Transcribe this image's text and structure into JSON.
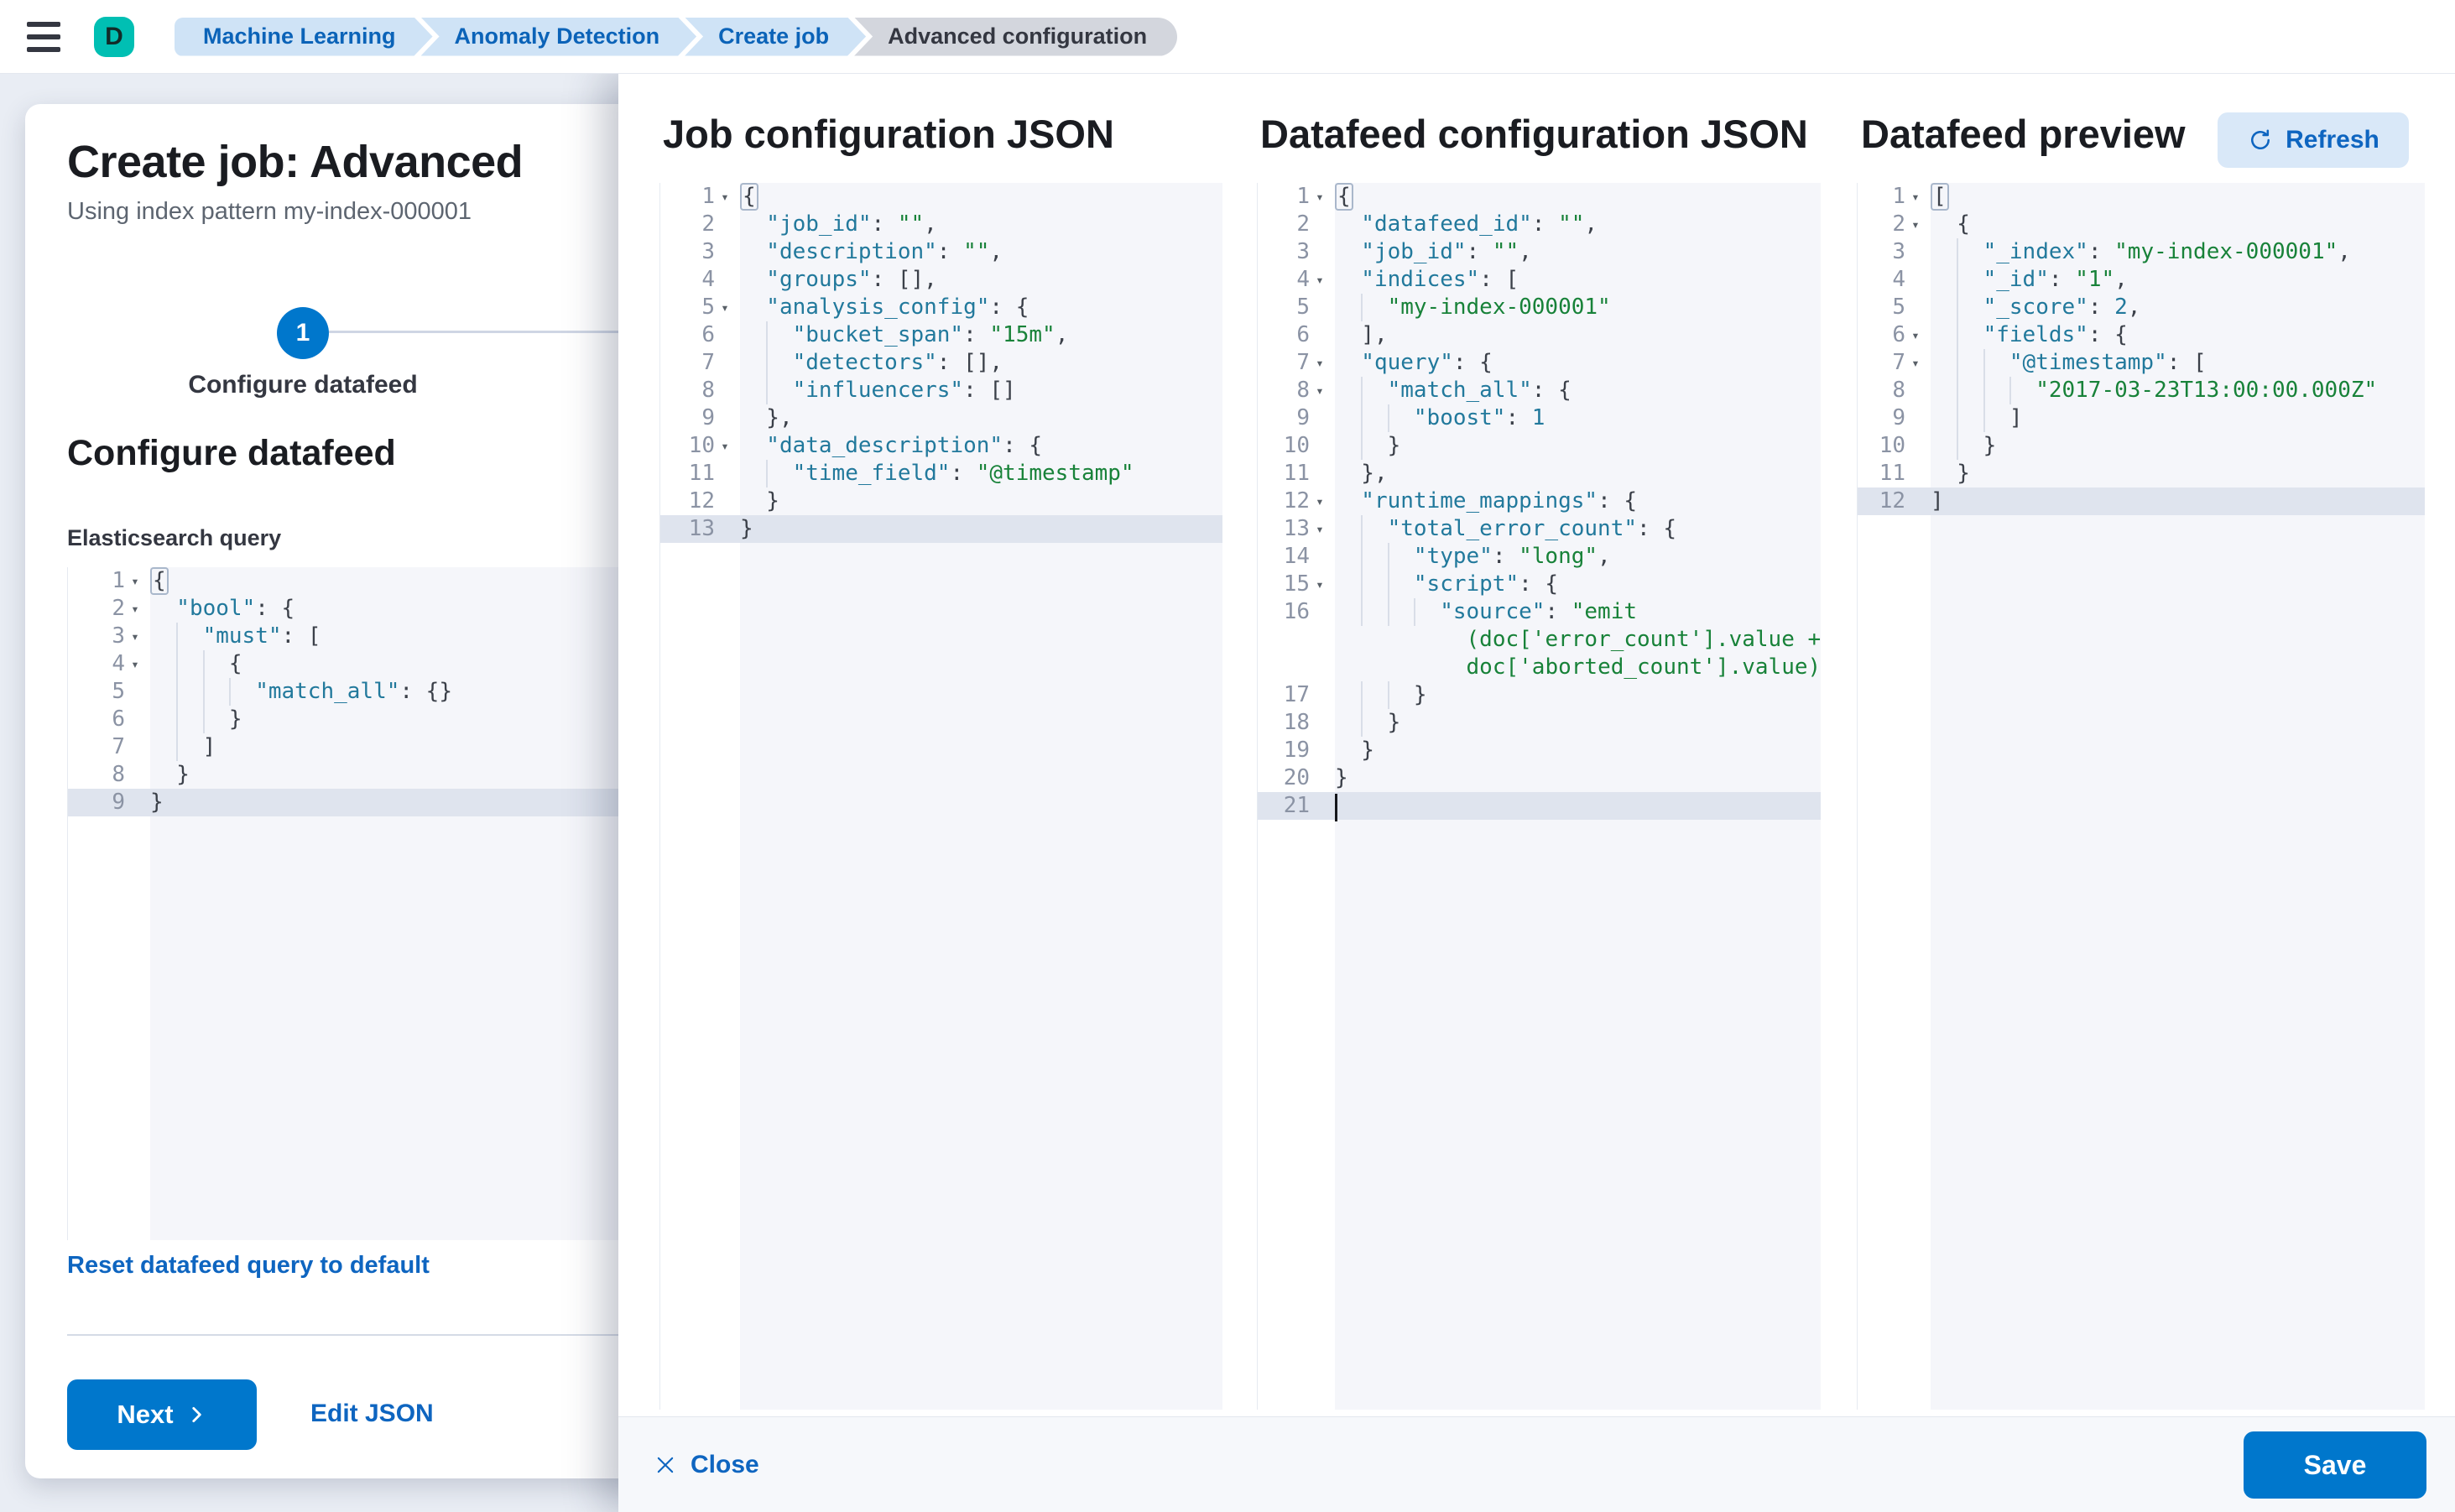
{
  "topbar": {
    "avatar": "D",
    "breadcrumbs": [
      {
        "label": "Machine Learning",
        "current": false
      },
      {
        "label": "Anomaly Detection",
        "current": false
      },
      {
        "label": "Create job",
        "current": false
      },
      {
        "label": "Advanced configuration",
        "current": true
      }
    ]
  },
  "wizard": {
    "title": "Create job: Advanced",
    "subtitle": "Using index pattern my-index-000001",
    "step_number": "1",
    "step_label": "Configure datafeed",
    "section_heading": "Configure datafeed",
    "query_label": "Elasticsearch query",
    "reset_link": "Reset datafeed query to default",
    "next_label": "Next",
    "edit_json_label": "Edit JSON"
  },
  "panels": [
    {
      "title": "Job configuration JSON"
    },
    {
      "title": "Datafeed configuration JSON"
    },
    {
      "title": "Datafeed preview",
      "refresh_label": "Refresh"
    }
  ],
  "footer": {
    "close_label": "Close",
    "save_label": "Save"
  },
  "colors": {
    "primary_button": "#0077cc",
    "link_blue": "#0e65c0",
    "avatar_bg": "#00bfb3",
    "breadcrumb_bg": "#cfe3f6",
    "breadcrumb_current_bg": "#d3d6dd",
    "editor_bg": "#f5f6fa",
    "editor_active_line": "#dfe4ee",
    "code_key": "#22799c",
    "code_string": "#188239",
    "code_number": "#22799c"
  },
  "editors": {
    "es_query": {
      "active_line": 9,
      "lines": [
        {
          "n": "1",
          "fold": true,
          "d": 0,
          "parts": [
            [
              "bm",
              "{"
            ]
          ]
        },
        {
          "n": "2",
          "fold": true,
          "d": 1,
          "parts": [
            [
              "k",
              "\"bool\""
            ],
            [
              "p",
              ": {"
            ]
          ]
        },
        {
          "n": "3",
          "fold": true,
          "d": 2,
          "parts": [
            [
              "k",
              "\"must\""
            ],
            [
              "p",
              ": ["
            ]
          ]
        },
        {
          "n": "4",
          "fold": true,
          "d": 3,
          "parts": [
            [
              "p",
              "{"
            ]
          ]
        },
        {
          "n": "5",
          "d": 4,
          "parts": [
            [
              "k",
              "\"match_all\""
            ],
            [
              "p",
              ": {}"
            ]
          ]
        },
        {
          "n": "6",
          "d": 3,
          "parts": [
            [
              "p",
              "}"
            ]
          ]
        },
        {
          "n": "7",
          "d": 2,
          "parts": [
            [
              "p",
              "]"
            ]
          ]
        },
        {
          "n": "8",
          "d": 1,
          "parts": [
            [
              "p",
              "}"
            ]
          ]
        },
        {
          "n": "9",
          "d": 0,
          "active": true,
          "parts": [
            [
              "p",
              "}"
            ]
          ]
        }
      ]
    },
    "job": {
      "active_line": 13,
      "lines": [
        {
          "n": "1",
          "fold": true,
          "d": 0,
          "parts": [
            [
              "bm",
              "{"
            ]
          ]
        },
        {
          "n": "2",
          "d": 1,
          "parts": [
            [
              "k",
              "\"job_id\""
            ],
            [
              "p",
              ": "
            ],
            [
              "s",
              "\"\""
            ],
            [
              "p",
              ","
            ]
          ]
        },
        {
          "n": "3",
          "d": 1,
          "parts": [
            [
              "k",
              "\"description\""
            ],
            [
              "p",
              ": "
            ],
            [
              "s",
              "\"\""
            ],
            [
              "p",
              ","
            ]
          ]
        },
        {
          "n": "4",
          "d": 1,
          "parts": [
            [
              "k",
              "\"groups\""
            ],
            [
              "p",
              ": [],"
            ]
          ]
        },
        {
          "n": "5",
          "fold": true,
          "d": 1,
          "parts": [
            [
              "k",
              "\"analysis_config\""
            ],
            [
              "p",
              ": {"
            ]
          ]
        },
        {
          "n": "6",
          "d": 2,
          "parts": [
            [
              "k",
              "\"bucket_span\""
            ],
            [
              "p",
              ": "
            ],
            [
              "s",
              "\"15m\""
            ],
            [
              "p",
              ","
            ]
          ]
        },
        {
          "n": "7",
          "d": 2,
          "parts": [
            [
              "k",
              "\"detectors\""
            ],
            [
              "p",
              ": [],"
            ]
          ]
        },
        {
          "n": "8",
          "d": 2,
          "parts": [
            [
              "k",
              "\"influencers\""
            ],
            [
              "p",
              ": []"
            ]
          ]
        },
        {
          "n": "9",
          "d": 1,
          "parts": [
            [
              "p",
              "},"
            ]
          ]
        },
        {
          "n": "10",
          "fold": true,
          "d": 1,
          "parts": [
            [
              "k",
              "\"data_description\""
            ],
            [
              "p",
              ": {"
            ]
          ]
        },
        {
          "n": "11",
          "d": 2,
          "parts": [
            [
              "k",
              "\"time_field\""
            ],
            [
              "p",
              ": "
            ],
            [
              "s",
              "\"@timestamp\""
            ]
          ]
        },
        {
          "n": "12",
          "d": 1,
          "parts": [
            [
              "p",
              "}"
            ]
          ]
        },
        {
          "n": "13",
          "d": 0,
          "active": true,
          "parts": [
            [
              "p",
              "}"
            ]
          ]
        }
      ]
    },
    "datafeed": {
      "active_line": 21,
      "lines": [
        {
          "n": "1",
          "fold": true,
          "d": 0,
          "parts": [
            [
              "bm",
              "{"
            ]
          ]
        },
        {
          "n": "2",
          "d": 1,
          "parts": [
            [
              "k",
              "\"datafeed_id\""
            ],
            [
              "p",
              ": "
            ],
            [
              "s",
              "\"\""
            ],
            [
              "p",
              ","
            ]
          ]
        },
        {
          "n": "3",
          "d": 1,
          "parts": [
            [
              "k",
              "\"job_id\""
            ],
            [
              "p",
              ": "
            ],
            [
              "s",
              "\"\""
            ],
            [
              "p",
              ","
            ]
          ]
        },
        {
          "n": "4",
          "fold": true,
          "d": 1,
          "parts": [
            [
              "k",
              "\"indices\""
            ],
            [
              "p",
              ": ["
            ]
          ]
        },
        {
          "n": "5",
          "d": 2,
          "parts": [
            [
              "s",
              "\"my-index-000001\""
            ]
          ]
        },
        {
          "n": "6",
          "d": 1,
          "parts": [
            [
              "p",
              "],"
            ]
          ]
        },
        {
          "n": "7",
          "fold": true,
          "d": 1,
          "parts": [
            [
              "k",
              "\"query\""
            ],
            [
              "p",
              ": {"
            ]
          ]
        },
        {
          "n": "8",
          "fold": true,
          "d": 2,
          "parts": [
            [
              "k",
              "\"match_all\""
            ],
            [
              "p",
              ": {"
            ]
          ]
        },
        {
          "n": "9",
          "d": 3,
          "parts": [
            [
              "k",
              "\"boost\""
            ],
            [
              "p",
              ": "
            ],
            [
              "n2",
              "1"
            ]
          ]
        },
        {
          "n": "10",
          "d": 2,
          "parts": [
            [
              "p",
              "}"
            ]
          ]
        },
        {
          "n": "11",
          "d": 1,
          "parts": [
            [
              "p",
              "},"
            ]
          ]
        },
        {
          "n": "12",
          "fold": true,
          "d": 1,
          "parts": [
            [
              "k",
              "\"runtime_mappings\""
            ],
            [
              "p",
              ": {"
            ]
          ]
        },
        {
          "n": "13",
          "fold": true,
          "d": 2,
          "parts": [
            [
              "k",
              "\"total_error_count\""
            ],
            [
              "p",
              ": {"
            ]
          ]
        },
        {
          "n": "14",
          "d": 3,
          "parts": [
            [
              "k",
              "\"type\""
            ],
            [
              "p",
              ": "
            ],
            [
              "s",
              "\"long\""
            ],
            [
              "p",
              ","
            ]
          ]
        },
        {
          "n": "15",
          "fold": true,
          "d": 3,
          "parts": [
            [
              "k",
              "\"script\""
            ],
            [
              "p",
              ": {"
            ]
          ]
        },
        {
          "n": "16",
          "d": 4,
          "parts": [
            [
              "k",
              "\"source\""
            ],
            [
              "p",
              ": "
            ],
            [
              "s",
              "\"emit"
            ]
          ]
        },
        {
          "pad": 10,
          "parts": [
            [
              "s",
              "(doc['error_count'].value +"
            ]
          ]
        },
        {
          "pad": 10,
          "parts": [
            [
              "s",
              "doc['aborted_count'].value)\""
            ]
          ]
        },
        {
          "n": "17",
          "d": 3,
          "parts": [
            [
              "p",
              "}"
            ]
          ]
        },
        {
          "n": "18",
          "d": 2,
          "parts": [
            [
              "p",
              "}"
            ]
          ]
        },
        {
          "n": "19",
          "d": 1,
          "parts": [
            [
              "p",
              "}"
            ]
          ]
        },
        {
          "n": "20",
          "d": 0,
          "parts": [
            [
              "p",
              "}"
            ]
          ]
        },
        {
          "n": "21",
          "d": 0,
          "active": true,
          "cursor": true,
          "parts": []
        }
      ]
    },
    "preview": {
      "active_line": 12,
      "lines": [
        {
          "n": "1",
          "fold": true,
          "d": 0,
          "parts": [
            [
              "bm",
              "["
            ]
          ]
        },
        {
          "n": "2",
          "fold": true,
          "d": 1,
          "parts": [
            [
              "p",
              "{"
            ]
          ]
        },
        {
          "n": "3",
          "d": 2,
          "parts": [
            [
              "k",
              "\"_index\""
            ],
            [
              "p",
              ": "
            ],
            [
              "s",
              "\"my-index-000001\""
            ],
            [
              "p",
              ","
            ]
          ]
        },
        {
          "n": "4",
          "d": 2,
          "parts": [
            [
              "k",
              "\"_id\""
            ],
            [
              "p",
              ": "
            ],
            [
              "s",
              "\"1\""
            ],
            [
              "p",
              ","
            ]
          ]
        },
        {
          "n": "5",
          "d": 2,
          "parts": [
            [
              "k",
              "\"_score\""
            ],
            [
              "p",
              ": "
            ],
            [
              "n2",
              "2"
            ],
            [
              "p",
              ","
            ]
          ]
        },
        {
          "n": "6",
          "fold": true,
          "d": 2,
          "parts": [
            [
              "k",
              "\"fields\""
            ],
            [
              "p",
              ": {"
            ]
          ]
        },
        {
          "n": "7",
          "fold": true,
          "d": 3,
          "parts": [
            [
              "k",
              "\"@timestamp\""
            ],
            [
              "p",
              ": ["
            ]
          ]
        },
        {
          "n": "8",
          "d": 4,
          "parts": [
            [
              "s",
              "\"2017-03-23T13:00:00.000Z\""
            ]
          ]
        },
        {
          "n": "9",
          "d": 3,
          "parts": [
            [
              "p",
              "]"
            ]
          ]
        },
        {
          "n": "10",
          "d": 2,
          "parts": [
            [
              "p",
              "}"
            ]
          ]
        },
        {
          "n": "11",
          "d": 1,
          "parts": [
            [
              "p",
              "}"
            ]
          ]
        },
        {
          "n": "12",
          "d": 0,
          "active": true,
          "parts": [
            [
              "p",
              "]"
            ]
          ]
        }
      ]
    }
  }
}
